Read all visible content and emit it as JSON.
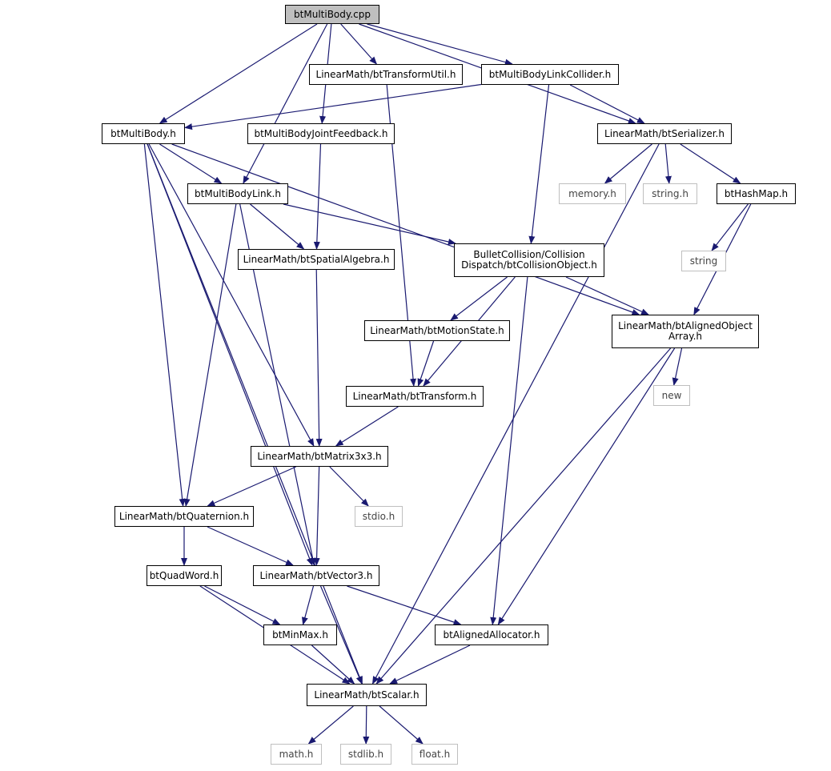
{
  "graph": {
    "nodes": [
      {
        "id": "cpp",
        "label": "btMultiBody.cpp",
        "kind": "root"
      },
      {
        "id": "tu",
        "label": "LinearMath/btTransformUtil.h",
        "kind": "header"
      },
      {
        "id": "lc",
        "label": "btMultiBodyLinkCollider.h",
        "kind": "header"
      },
      {
        "id": "mb",
        "label": "btMultiBody.h",
        "kind": "header"
      },
      {
        "id": "jf",
        "label": "btMultiBodyJointFeedback.h",
        "kind": "header"
      },
      {
        "id": "ser",
        "label": "LinearMath/btSerializer.h",
        "kind": "header"
      },
      {
        "id": "mem",
        "label": "memory.h",
        "kind": "external"
      },
      {
        "id": "strh",
        "label": "string.h",
        "kind": "external"
      },
      {
        "id": "hm",
        "label": "btHashMap.h",
        "kind": "header"
      },
      {
        "id": "link",
        "label": "btMultiBodyLink.h",
        "kind": "header"
      },
      {
        "id": "str",
        "label": "string",
        "kind": "external"
      },
      {
        "id": "sa",
        "label": "LinearMath/btSpatialAlgebra.h",
        "kind": "header"
      },
      {
        "id": "co",
        "label": "BulletCollision/Collision\nDispatch/btCollisionObject.h",
        "kind": "header"
      },
      {
        "id": "ms",
        "label": "LinearMath/btMotionState.h",
        "kind": "header"
      },
      {
        "id": "aoa",
        "label": "LinearMath/btAlignedObject\nArray.h",
        "kind": "header"
      },
      {
        "id": "new",
        "label": "new",
        "kind": "external"
      },
      {
        "id": "tf",
        "label": "LinearMath/btTransform.h",
        "kind": "header"
      },
      {
        "id": "mat",
        "label": "LinearMath/btMatrix3x3.h",
        "kind": "header"
      },
      {
        "id": "quat",
        "label": "LinearMath/btQuaternion.h",
        "kind": "header"
      },
      {
        "id": "stdio",
        "label": "stdio.h",
        "kind": "external"
      },
      {
        "id": "qw",
        "label": "btQuadWord.h",
        "kind": "header"
      },
      {
        "id": "v3",
        "label": "LinearMath/btVector3.h",
        "kind": "header"
      },
      {
        "id": "mm",
        "label": "btMinMax.h",
        "kind": "header"
      },
      {
        "id": "aa",
        "label": "btAlignedAllocator.h",
        "kind": "header"
      },
      {
        "id": "sc",
        "label": "LinearMath/btScalar.h",
        "kind": "header"
      },
      {
        "id": "math",
        "label": "math.h",
        "kind": "external"
      },
      {
        "id": "stdlib",
        "label": "stdlib.h",
        "kind": "external"
      },
      {
        "id": "float",
        "label": "float.h",
        "kind": "external"
      }
    ],
    "edges": [
      [
        "cpp",
        "mb"
      ],
      [
        "cpp",
        "link"
      ],
      [
        "cpp",
        "jf"
      ],
      [
        "cpp",
        "tu"
      ],
      [
        "cpp",
        "lc"
      ],
      [
        "cpp",
        "ser"
      ],
      [
        "lc",
        "mb"
      ],
      [
        "lc",
        "ser"
      ],
      [
        "lc",
        "co"
      ],
      [
        "tu",
        "tf"
      ],
      [
        "jf",
        "sa"
      ],
      [
        "mb",
        "link"
      ],
      [
        "mb",
        "aoa"
      ],
      [
        "mb",
        "mat"
      ],
      [
        "mb",
        "quat"
      ],
      [
        "mb",
        "v3"
      ],
      [
        "mb",
        "sc"
      ],
      [
        "ser",
        "mem"
      ],
      [
        "ser",
        "strh"
      ],
      [
        "ser",
        "hm"
      ],
      [
        "ser",
        "sc"
      ],
      [
        "hm",
        "str"
      ],
      [
        "hm",
        "aoa"
      ],
      [
        "link",
        "sa"
      ],
      [
        "link",
        "co"
      ],
      [
        "link",
        "quat"
      ],
      [
        "link",
        "v3"
      ],
      [
        "sa",
        "mat"
      ],
      [
        "co",
        "ms"
      ],
      [
        "co",
        "aoa"
      ],
      [
        "co",
        "tf"
      ],
      [
        "co",
        "aa"
      ],
      [
        "ms",
        "tf"
      ],
      [
        "aoa",
        "new"
      ],
      [
        "aoa",
        "aa"
      ],
      [
        "aoa",
        "sc"
      ],
      [
        "tf",
        "mat"
      ],
      [
        "mat",
        "quat"
      ],
      [
        "mat",
        "stdio"
      ],
      [
        "mat",
        "v3"
      ],
      [
        "quat",
        "qw"
      ],
      [
        "quat",
        "v3"
      ],
      [
        "qw",
        "mm"
      ],
      [
        "qw",
        "sc"
      ],
      [
        "v3",
        "mm"
      ],
      [
        "v3",
        "aa"
      ],
      [
        "v3",
        "sc"
      ],
      [
        "mm",
        "sc"
      ],
      [
        "aa",
        "sc"
      ],
      [
        "sc",
        "math"
      ],
      [
        "sc",
        "stdlib"
      ],
      [
        "sc",
        "float"
      ]
    ]
  },
  "colors": {
    "edge": "#191970",
    "root_fill": "#bfbfbf",
    "node_border": "#000000",
    "external_border": "#bfbfbf"
  }
}
